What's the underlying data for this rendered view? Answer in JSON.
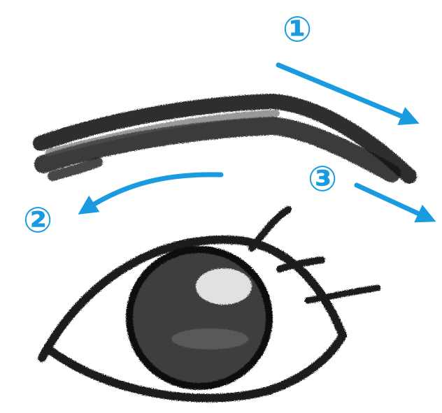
{
  "steps": [
    {
      "number": "1",
      "label": "①"
    },
    {
      "number": "2",
      "label": "②"
    },
    {
      "number": "3",
      "label": "③"
    }
  ],
  "colors": {
    "arrow": "#1a9be0",
    "crayon": "#1a1a1a",
    "background": "#ffffff"
  }
}
